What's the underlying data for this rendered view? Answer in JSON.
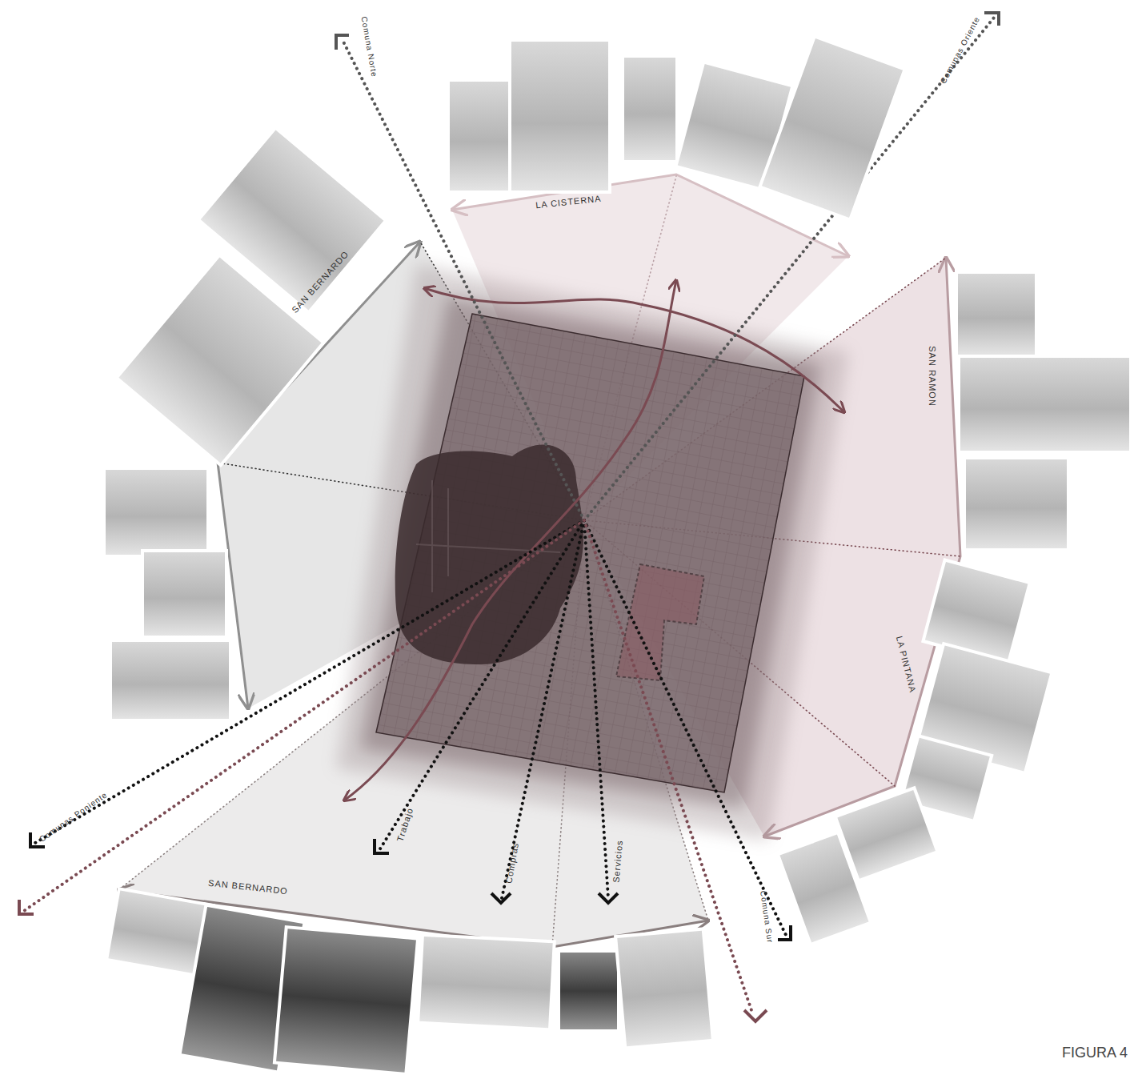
{
  "diagram": {
    "caption": "FIGURA 4",
    "labels": [
      "Comuna Norte",
      "LA CISTERNA",
      "Comunas Oriente",
      "SAN BERNARDO",
      "SAN RAMON",
      "LA PINTANA",
      "Comunas Poniente",
      "Trabajo",
      "Compras",
      "Servicios",
      "Comuna Sur",
      "SAN BERNARDO"
    ]
  }
}
